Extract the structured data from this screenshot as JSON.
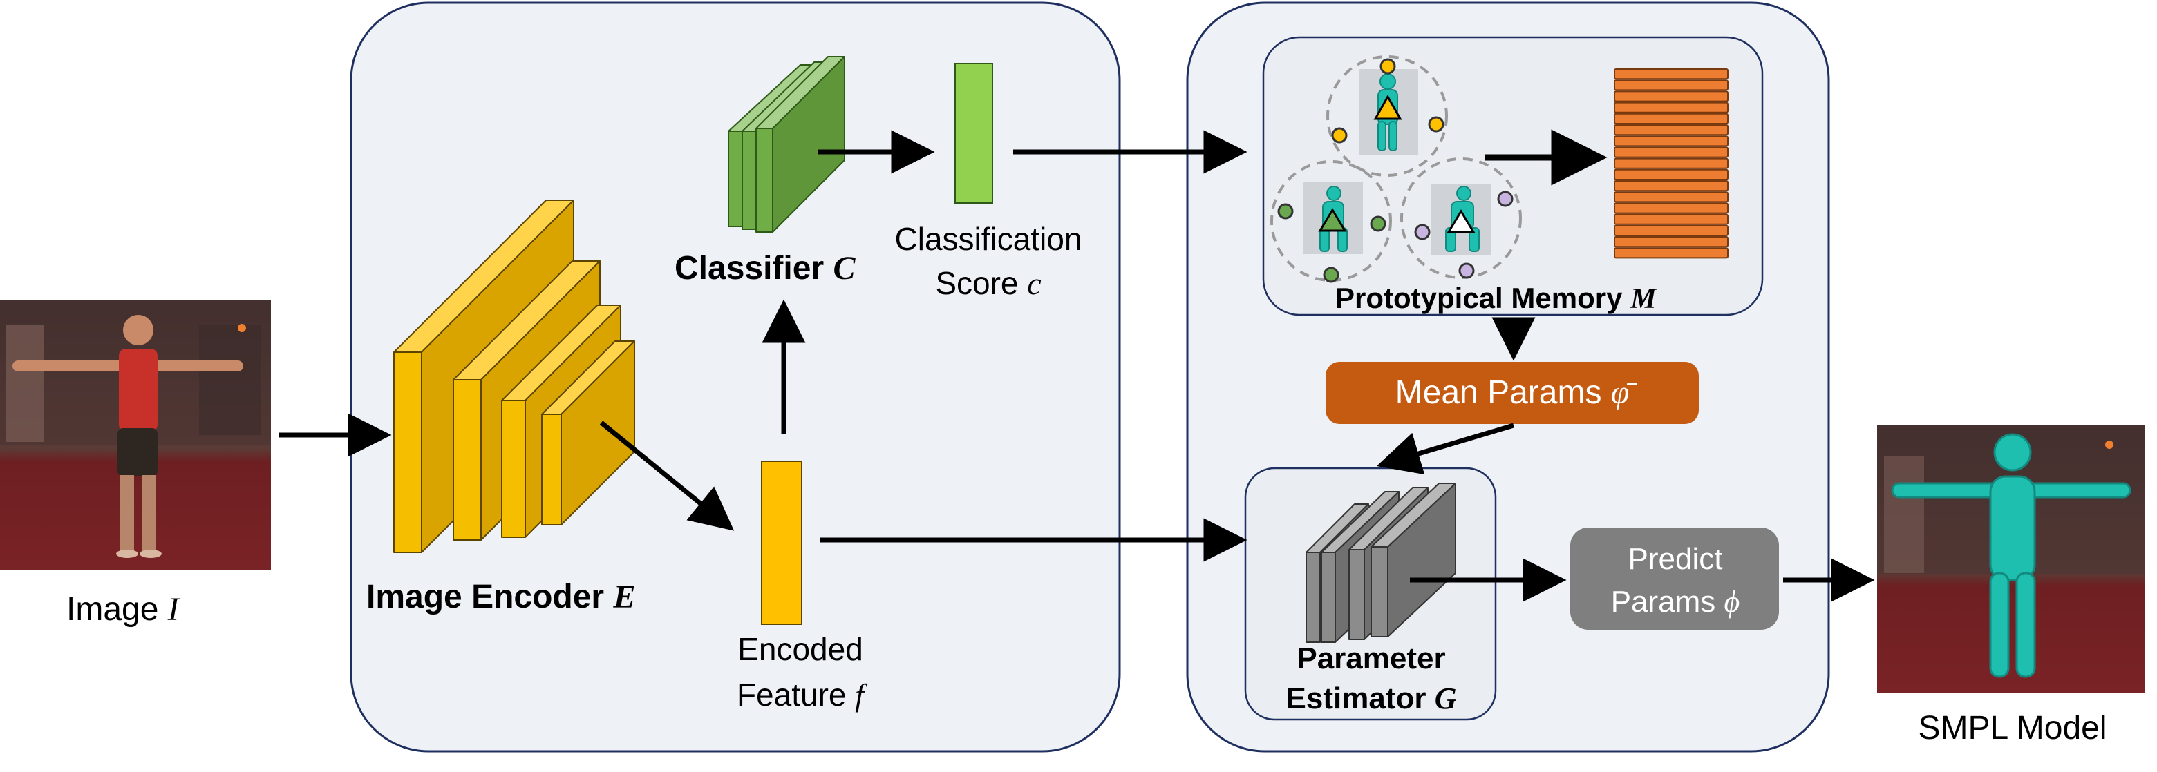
{
  "colors": {
    "panel_fill": "#eef1f6",
    "panel_stroke": "#1f3060",
    "encoder_yellow": "#f5bf00",
    "classifier_green": "#70ad47",
    "score_green": "#92d050",
    "memory_orange": "#ed7d31",
    "mean_params_fill": "#c55a11",
    "predict_params_fill": "#7f7f7f",
    "estimator_gray": "#8c8c8c",
    "body_teal": "#1fbfb0",
    "arrow": "#000000"
  },
  "labels": {
    "image": {
      "text": "Image ",
      "sym": "I"
    },
    "image_encoder": {
      "text": "Image Encoder ",
      "sym": "E"
    },
    "classifier": {
      "text": "Classifier ",
      "sym": "C"
    },
    "classification_line1": "Classification",
    "classification_line2": {
      "text": "Score ",
      "sym": "c"
    },
    "encoded_line1": "Encoded",
    "encoded_line2": {
      "text": "Feature ",
      "sym": "f"
    },
    "prototypical_memory": {
      "text": "Prototypical Memory ",
      "sym": "M"
    },
    "mean_params": {
      "text": "Mean Params ",
      "sym": "φ̄"
    },
    "parameter_line1": "Parameter",
    "parameter_line2": {
      "text": "Estimator ",
      "sym": "G"
    },
    "predict_line1": "Predict",
    "predict_line2": {
      "text": "Params ",
      "sym": "ϕ"
    },
    "smpl_model": "SMPL Model"
  },
  "icons": {
    "input_photo": "person-photo-icon",
    "output_photo": "smpl-mesh-photo-icon",
    "prototype_clusters": "prototype-cluster-icon"
  }
}
